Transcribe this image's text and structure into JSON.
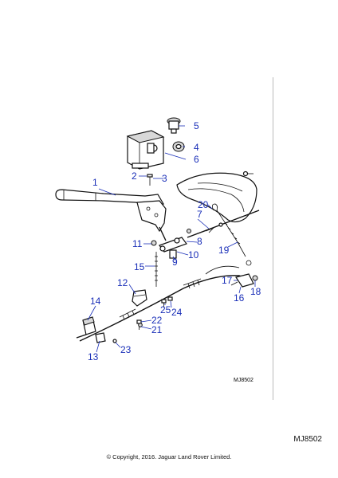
{
  "diagram": {
    "reference_inner": "MJ8502",
    "reference_outer": "MJ8502",
    "copyright": "© Copyright, 2016. Jaguar Land Rover Limited.",
    "callouts": [
      {
        "id": "c1",
        "label": "1"
      },
      {
        "id": "c2",
        "label": "2"
      },
      {
        "id": "c3",
        "label": "3"
      },
      {
        "id": "c4",
        "label": "4"
      },
      {
        "id": "c5",
        "label": "5"
      },
      {
        "id": "c6",
        "label": "6"
      },
      {
        "id": "c7",
        "label": "7"
      },
      {
        "id": "c8",
        "label": "8"
      },
      {
        "id": "c9",
        "label": "9"
      },
      {
        "id": "c10",
        "label": "10"
      },
      {
        "id": "c11",
        "label": "11"
      },
      {
        "id": "c12",
        "label": "12"
      },
      {
        "id": "c13",
        "label": "13"
      },
      {
        "id": "c14",
        "label": "14"
      },
      {
        "id": "c15",
        "label": "15"
      },
      {
        "id": "c16",
        "label": "16"
      },
      {
        "id": "c17",
        "label": "17"
      },
      {
        "id": "c18",
        "label": "18"
      },
      {
        "id": "c19",
        "label": "19"
      },
      {
        "id": "c20",
        "label": "20"
      },
      {
        "id": "c21",
        "label": "21"
      },
      {
        "id": "c22",
        "label": "22"
      },
      {
        "id": "c23",
        "label": "23"
      },
      {
        "id": "c24",
        "label": "24"
      },
      {
        "id": "c25",
        "label": "25"
      }
    ]
  }
}
